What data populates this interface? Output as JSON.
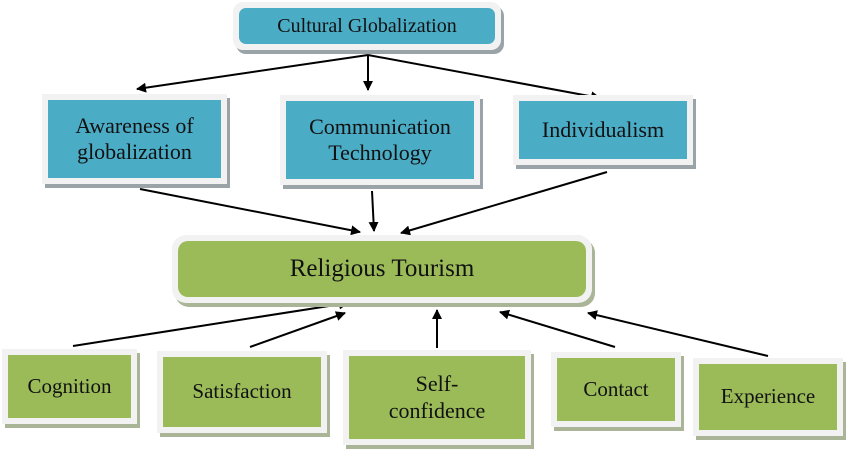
{
  "diagram": {
    "top": {
      "label": "Cultural Globalization"
    },
    "middle": [
      {
        "label": "Awareness of globalization"
      },
      {
        "label": "Communication Technology"
      },
      {
        "label": "Individualism"
      }
    ],
    "center": {
      "label": "Religious Tourism"
    },
    "bottom": [
      {
        "label": "Cognition"
      },
      {
        "label": "Satisfaction"
      },
      {
        "label": "Self-confidence"
      },
      {
        "label": "Contact"
      },
      {
        "label": "Experience"
      }
    ],
    "colors": {
      "blue_fill": "#4bacc6",
      "green_fill": "#9bbb59",
      "frame": "#f2f2f2",
      "arrow": "#000000"
    }
  }
}
